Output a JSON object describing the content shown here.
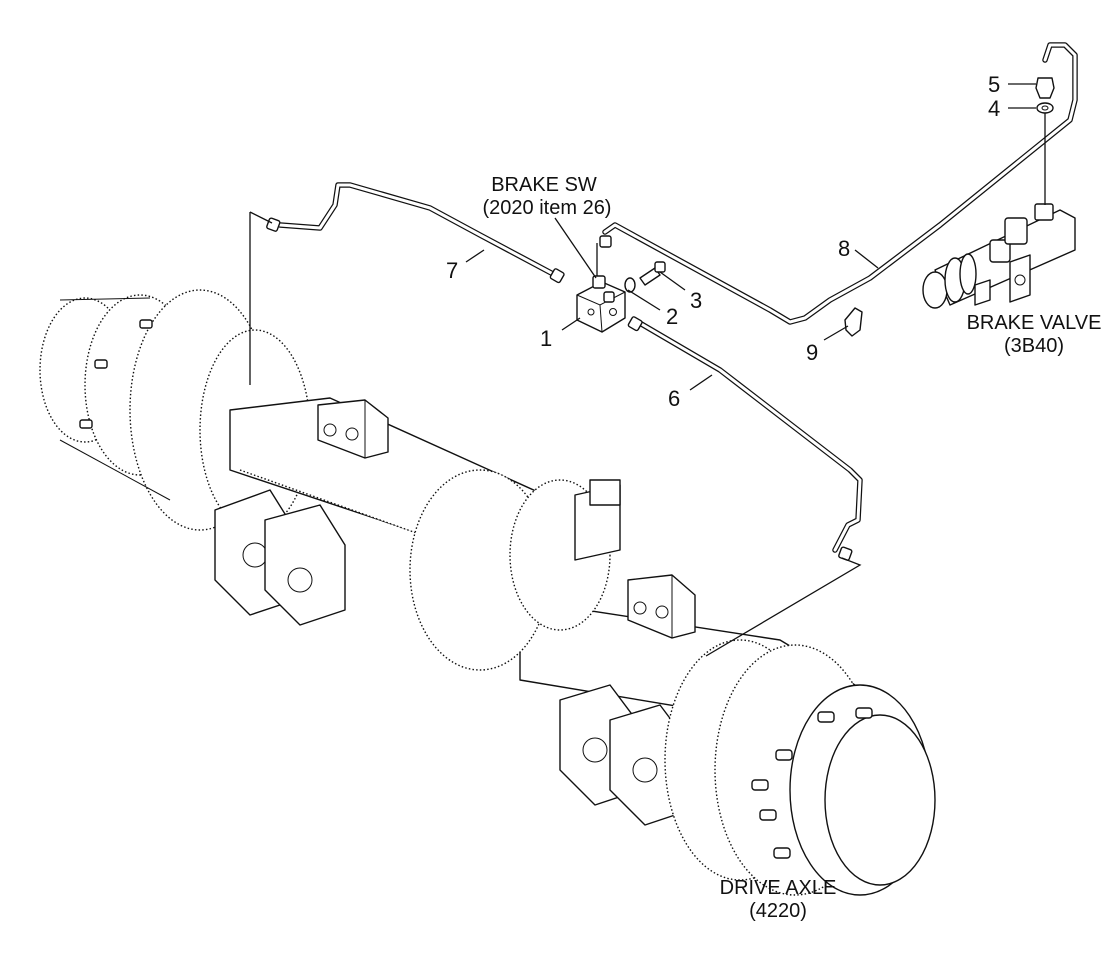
{
  "callouts": {
    "brake_switch": {
      "title": "BRAKE SW",
      "ref": "(2020 item 26)"
    },
    "brake_valve": {
      "title": "BRAKE VALVE",
      "ref": "(3B40)"
    },
    "drive_axle": {
      "title": "DRIVE AXLE",
      "ref": "(4220)"
    }
  },
  "item_numbers": [
    "1",
    "2",
    "3",
    "4",
    "5",
    "6",
    "7",
    "8",
    "9"
  ]
}
